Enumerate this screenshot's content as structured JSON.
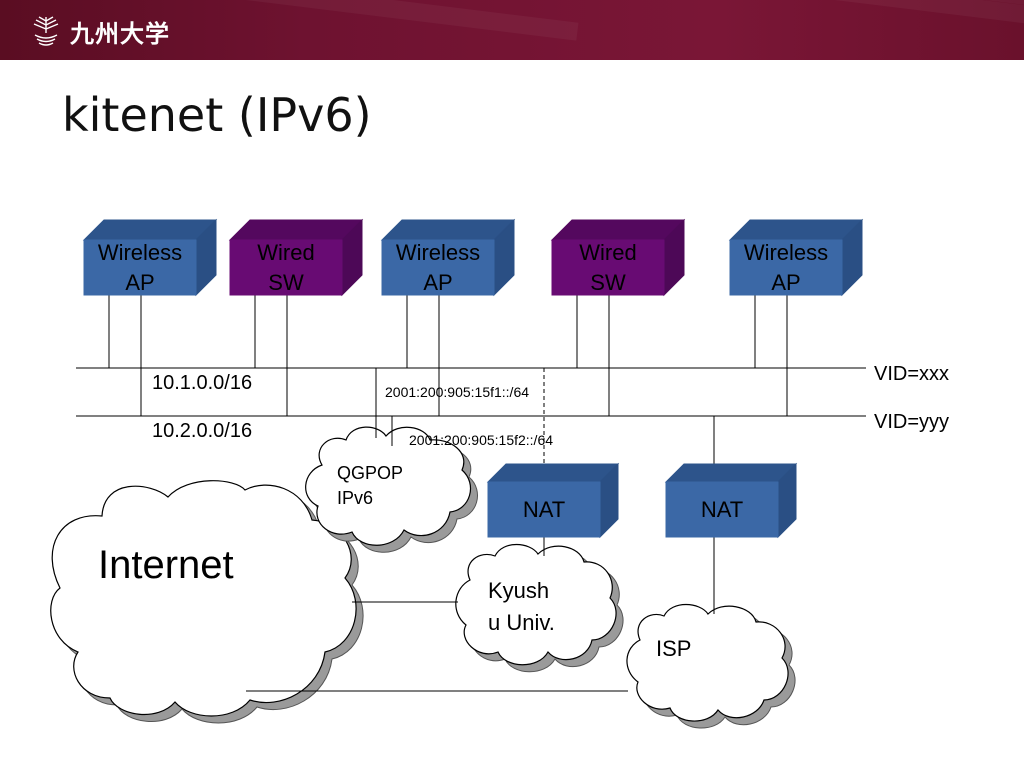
{
  "header": {
    "university_name": "九州大学",
    "colors": {
      "band": "#6e1230",
      "logo": "#ffffff"
    },
    "logo_icon": "kyushu-university-emblem"
  },
  "slide": {
    "title": "kitenet (IPv6)"
  },
  "diagram": {
    "devices": [
      {
        "id": "wireless-ap-1",
        "line1": "Wireless",
        "line2": "AP",
        "kind": "wireless"
      },
      {
        "id": "wired-sw-1",
        "line1": "Wired",
        "line2": "SW",
        "kind": "wired"
      },
      {
        "id": "wireless-ap-2",
        "line1": "Wireless",
        "line2": "AP",
        "kind": "wireless"
      },
      {
        "id": "wired-sw-2",
        "line1": "Wired",
        "line2": "SW",
        "kind": "wired"
      },
      {
        "id": "wireless-ap-3",
        "line1": "Wireless",
        "line2": "AP",
        "kind": "wireless"
      }
    ],
    "nats": [
      {
        "id": "nat-1",
        "label": "NAT"
      },
      {
        "id": "nat-2",
        "label": "NAT"
      }
    ],
    "vlans": [
      {
        "id": "vid-xxx",
        "label": "VID=xxx",
        "ipv4": "10.1.0.0/16",
        "ipv6": "2001:200:905:15f1::/64"
      },
      {
        "id": "vid-yyy",
        "label": "VID=yyy",
        "ipv4": "10.2.0.0/16",
        "ipv6": "2001:200:905:15f2::/64"
      }
    ],
    "clouds": {
      "internet": "Internet",
      "qgpop": [
        "QGPOP",
        "IPv6"
      ],
      "kyushu": [
        "Kyush",
        "u Univ."
      ],
      "isp": "ISP"
    },
    "colors": {
      "wireless_front": "#3b68a6",
      "wireless_top": "#2d548b",
      "wireless_side": "#2a4f84",
      "wired_front": "#680b73",
      "wired_top": "#54085e",
      "wired_side": "#4d0857",
      "nat_front": "#3b68a6",
      "nat_top": "#2d548b",
      "nat_side": "#2a4f84",
      "cloud_fill": "#ffffff",
      "cloud_shadow": "#9a9a9a",
      "line": "#000000"
    }
  }
}
